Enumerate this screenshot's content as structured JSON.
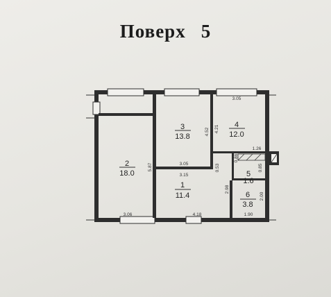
{
  "title": {
    "word": "Поверх",
    "number": "5"
  },
  "rooms": [
    {
      "id": "1",
      "number": "1",
      "area": "11.4"
    },
    {
      "id": "2",
      "number": "2",
      "area": "18.0"
    },
    {
      "id": "3",
      "number": "3",
      "area": "13.8"
    },
    {
      "id": "4",
      "number": "4",
      "area": "12.0"
    },
    {
      "id": "5",
      "number": "5",
      "area": "1.6"
    },
    {
      "id": "6",
      "number": "6",
      "area": "3.8"
    }
  ],
  "dimensions": {
    "room4_top_width": "3.05",
    "room3_height": "4.52",
    "room4_height": "4.21",
    "room2_height": "5.87",
    "room3_bottom_width": "3.05",
    "corridor_top_width": "3.15",
    "corridor_side": "0.53",
    "room5_width": "1.26",
    "room5_side_a": "0.86",
    "room5_side_b": "0.85",
    "room6_side_left": "2.98",
    "room6_side_right": "2.00",
    "room6_bottom_width": "1.90",
    "room1_bottom_width": "4.18",
    "room2_bottom_width": "3.06"
  }
}
